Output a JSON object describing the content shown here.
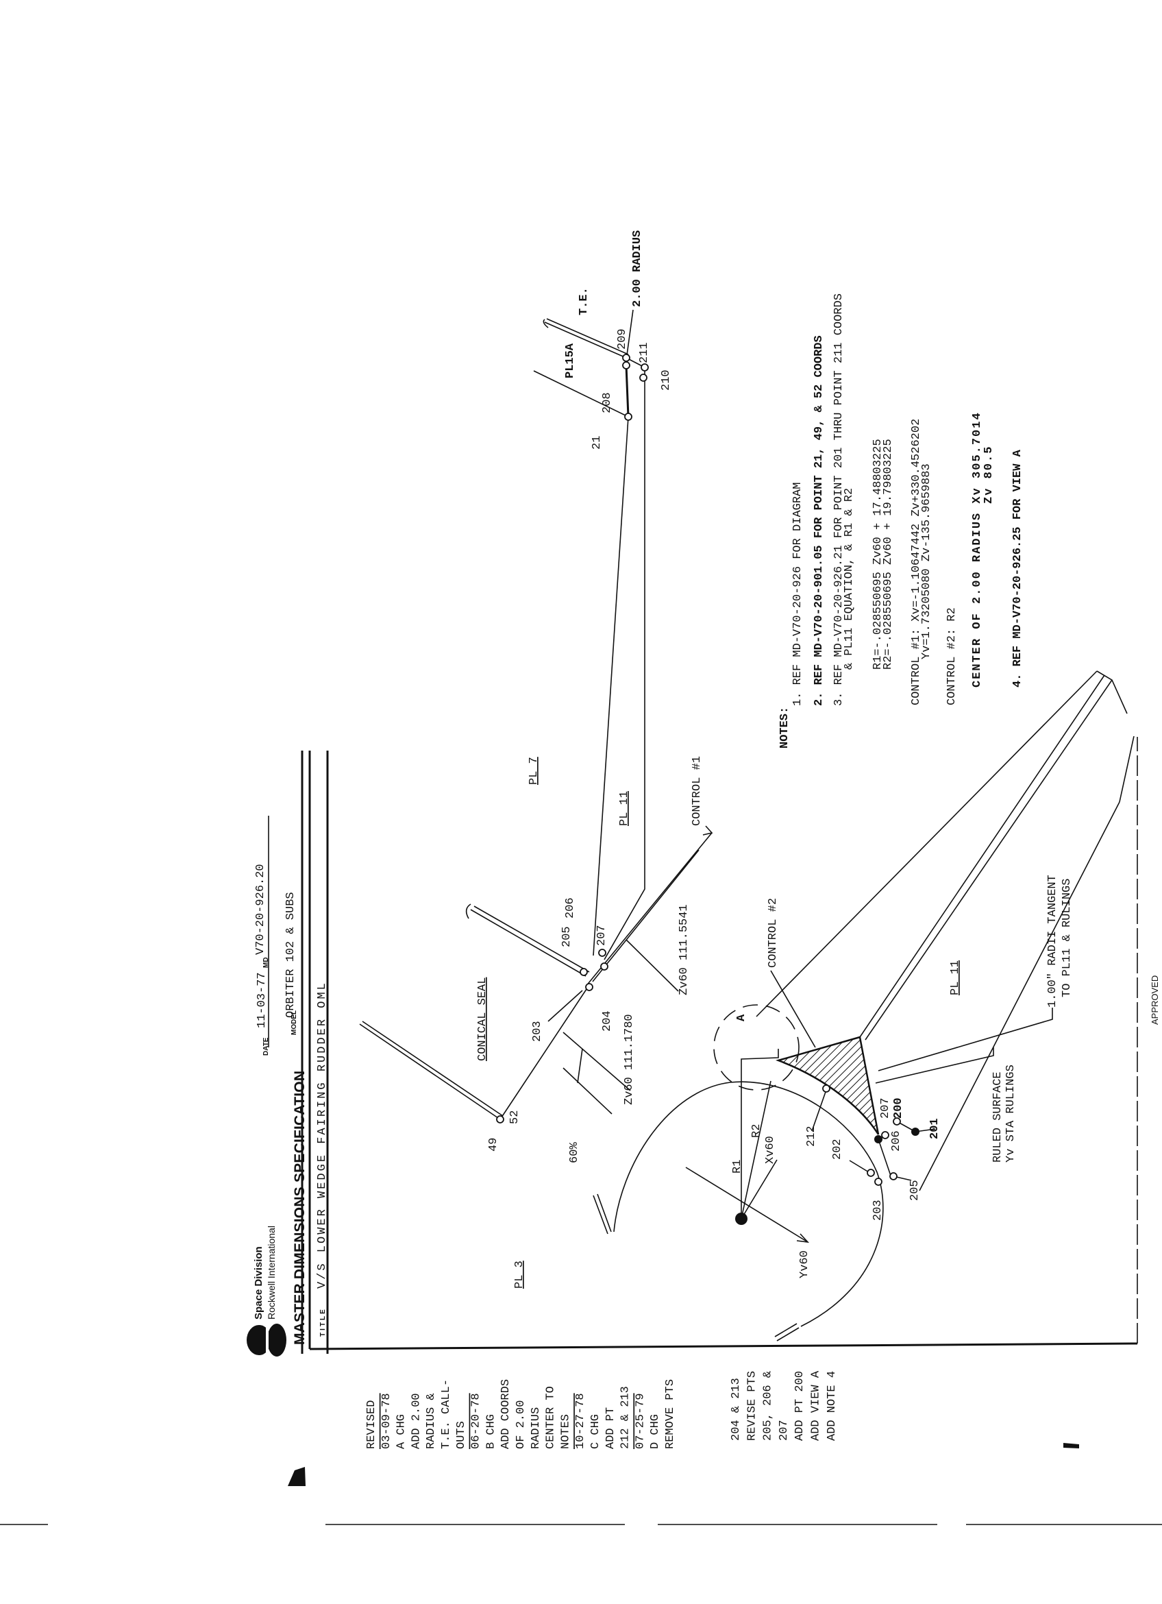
{
  "header": {
    "company_line1": "Space Division",
    "company_line2": "Rockwell International",
    "spec_title": "MASTER DIMENSIONS SPECIFICATION",
    "date_label": "DATE",
    "date_value": "11-03-77",
    "md_label": "MD",
    "md_value": "V70-20-926.20",
    "model_label": "MODEL",
    "model_value": "ORBITER 102 & SUBS",
    "title_label": "TITLE",
    "title_value": "V/S LOWER WEDGE FAIRING RUDDER OML"
  },
  "revisions": {
    "lines": [
      "REVISED",
      "03-09-78",
      "A CHG",
      "ADD 2.00",
      "RADIUS &",
      "T.E. CALL-",
      "OUTS",
      "06-20-78",
      "B CHG",
      "ADD COORDS",
      "OF 2.00",
      "RADIUS",
      "CENTER TO",
      "NOTES",
      "10-27-78",
      "C CHG",
      "ADD PT",
      "212 & 213",
      "07-25-79",
      "D CHG",
      "REMOVE PTS"
    ],
    "continued": [
      "204 & 213",
      "REVISE PTS",
      "205, 206 &",
      "207",
      "ADD PT 200",
      "ADD VIEW A",
      "ADD NOTE 4"
    ]
  },
  "notes": {
    "heading": "NOTES:",
    "n1": "1.  REF MD-V70-20-926 FOR DIAGRAM",
    "n2": "2.  REF MD-V70-20-901.05 FOR POINT 21, 49, & 52 COORDS",
    "n3": "3.  REF MD-V70-20-926.21 FOR POINT 201 THRU POINT 211 COORDS",
    "n3b": "& PL11 EQUATION, & R1 & R2",
    "r1": "R1=-.028550695 Zv60 + 17.48803225",
    "r2": "R2=-.028550695 Zv60 + 19.79803225",
    "control1": "CONTROL #1:  Xv=-1.10647442 Zv+330.4526202",
    "control1b": "Yv=1.73205080 Zv-135.9659883",
    "control2": "CONTROL #2:  R2",
    "center": "CENTER OF 2.00 RADIUS Xv 305.7014",
    "center_zv": "Zv 80.5",
    "n4": "4.  REF MD-V70-20-926.25 FOR VIEW A"
  },
  "labels": {
    "pl3": "PL 3",
    "pl7": "PL 7",
    "pl11_top": "PL 11",
    "pl11_bottom": "PL 11",
    "pl15a": "PL15A",
    "te": "T.E.",
    "radius200": "2.00 RADIUS",
    "conical_seal": "CONICAL SEAL",
    "zv_1780": "Zv60 111.1780",
    "zv_5541": "Zv60 111.5541",
    "pct60": "60%",
    "control1": "CONTROL #1",
    "control2": "CONTROL #2",
    "r1": "R1",
    "r2": "R2",
    "xv60": "Xv60",
    "yv60": "Yv60",
    "view_a": "A",
    "ruled1": "RULED SURFACE",
    "ruled2": "Yv STA RULINGS",
    "radii1": "1.00\" RADII TANGENT",
    "radii2": "TO PL11 & RULINGS",
    "approved": "APPROVED"
  },
  "points": {
    "p21": "21",
    "p49": "49",
    "p52": "52",
    "p200": "200",
    "p201": "201",
    "p202": "202",
    "p203": "203",
    "p204": "204",
    "p205": "205",
    "p206": "206",
    "p207": "207",
    "p208": "208",
    "p209": "209",
    "p210": "210",
    "p211": "211",
    "p212": "212",
    "p203u": "203",
    "p205u": "205",
    "p206u": "206",
    "p207u": "207"
  }
}
